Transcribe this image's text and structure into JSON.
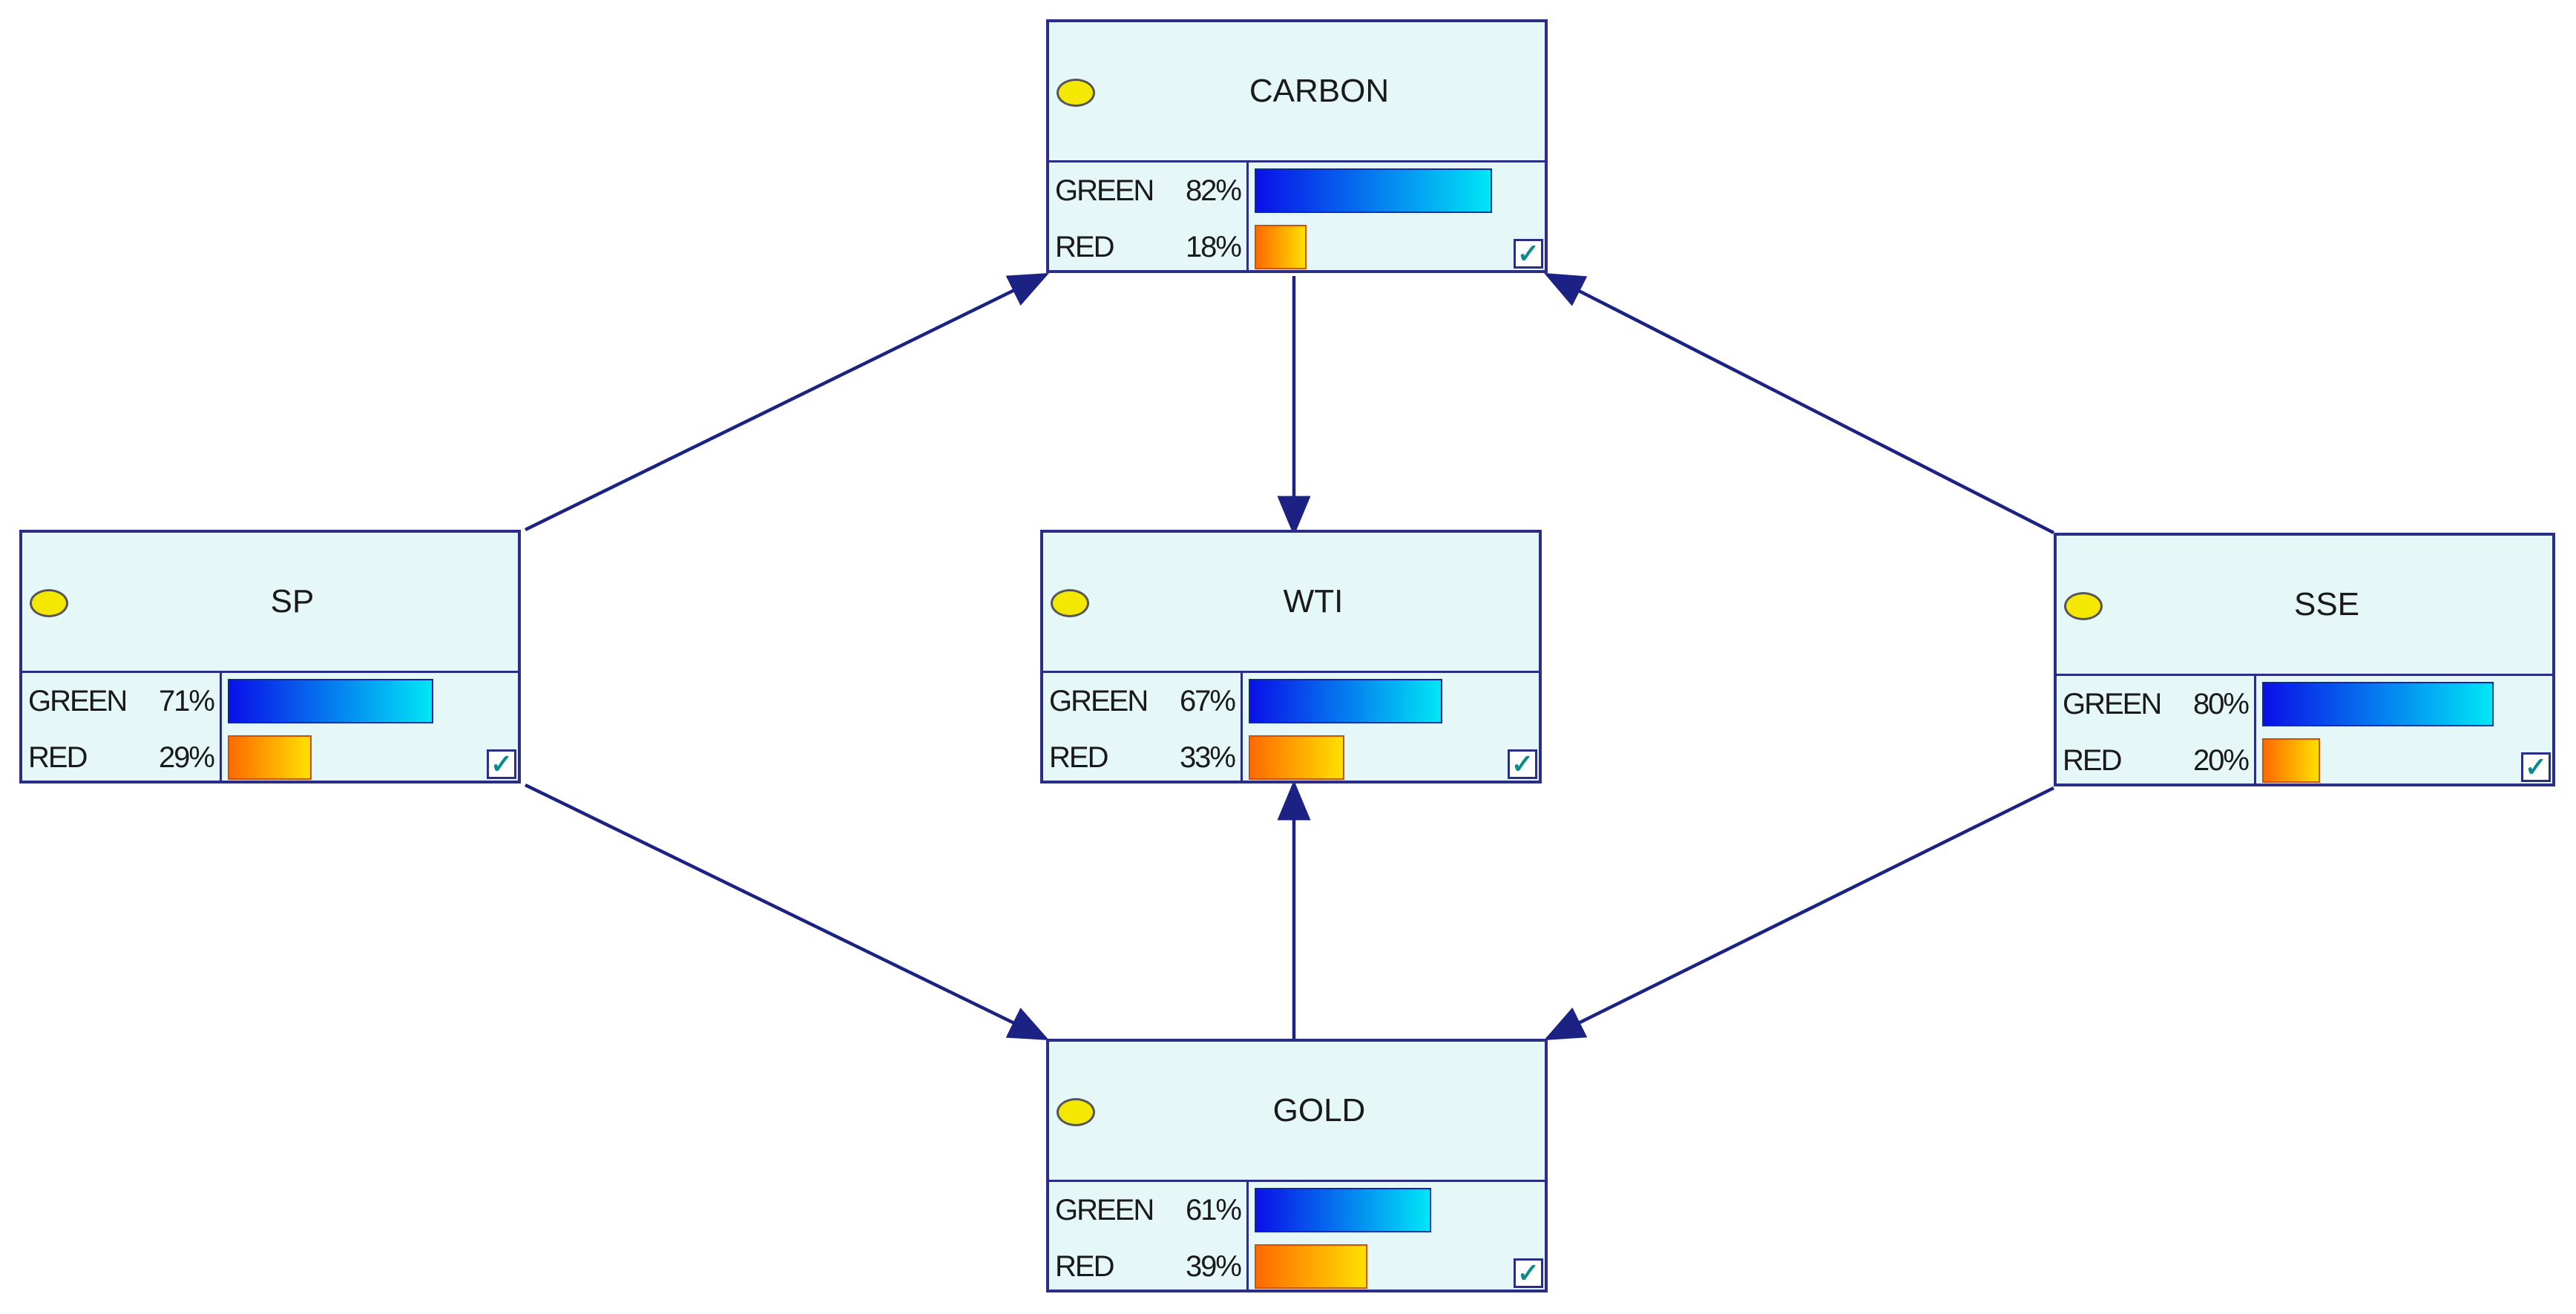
{
  "diagram": {
    "type": "bayesian-network",
    "colors": {
      "node_fill": "#e6f7f8",
      "border": "#2a2e86",
      "edge": "#1c2283",
      "oval": "#f4e800"
    },
    "nodes": [
      {
        "id": "carbon",
        "title": "CARBON",
        "states": [
          {
            "name": "GREEN",
            "pct": "82%",
            "value": 0.82
          },
          {
            "name": "RED",
            "pct": "18%",
            "value": 0.18
          }
        ]
      },
      {
        "id": "sp",
        "title": "SP",
        "states": [
          {
            "name": "GREEN",
            "pct": "71%",
            "value": 0.71
          },
          {
            "name": "RED",
            "pct": "29%",
            "value": 0.29
          }
        ]
      },
      {
        "id": "wti",
        "title": "WTI",
        "states": [
          {
            "name": "GREEN",
            "pct": "67%",
            "value": 0.67
          },
          {
            "name": "RED",
            "pct": "33%",
            "value": 0.33
          }
        ]
      },
      {
        "id": "sse",
        "title": "SSE",
        "states": [
          {
            "name": "GREEN",
            "pct": "80%",
            "value": 0.8
          },
          {
            "name": "RED",
            "pct": "20%",
            "value": 0.2
          }
        ]
      },
      {
        "id": "gold",
        "title": "GOLD",
        "states": [
          {
            "name": "GREEN",
            "pct": "61%",
            "value": 0.61
          },
          {
            "name": "RED",
            "pct": "39%",
            "value": 0.39
          }
        ]
      }
    ],
    "edges": [
      {
        "from": "sp",
        "to": "carbon"
      },
      {
        "from": "sse",
        "to": "carbon"
      },
      {
        "from": "carbon",
        "to": "wti"
      },
      {
        "from": "sp",
        "to": "gold"
      },
      {
        "from": "sse",
        "to": "gold"
      },
      {
        "from": "gold",
        "to": "wti"
      }
    ]
  }
}
